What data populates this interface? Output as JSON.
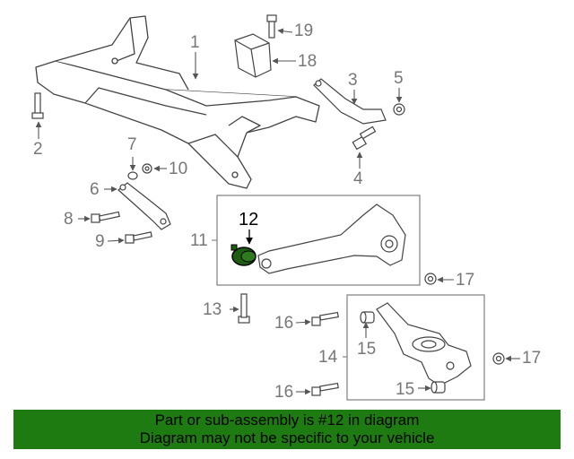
{
  "callouts": {
    "c1": "1",
    "c2": "2",
    "c3": "3",
    "c4": "4",
    "c5": "5",
    "c6": "6",
    "c7": "7",
    "c8": "8",
    "c9": "9",
    "c10": "10",
    "c11": "11",
    "c12": "12",
    "c13": "13",
    "c14": "14",
    "c15a": "15",
    "c15b": "15",
    "c16a": "16",
    "c16b": "16",
    "c17a": "17",
    "c17b": "17",
    "c18": "18",
    "c19": "19"
  },
  "highlight_part": {
    "number": "12",
    "color": "#1d5e12"
  },
  "banner": {
    "line1": "Part or sub-assembly is #12 in diagram",
    "line2": "Diagram may not be specific to your vehicle",
    "color": "#1e7b12"
  }
}
